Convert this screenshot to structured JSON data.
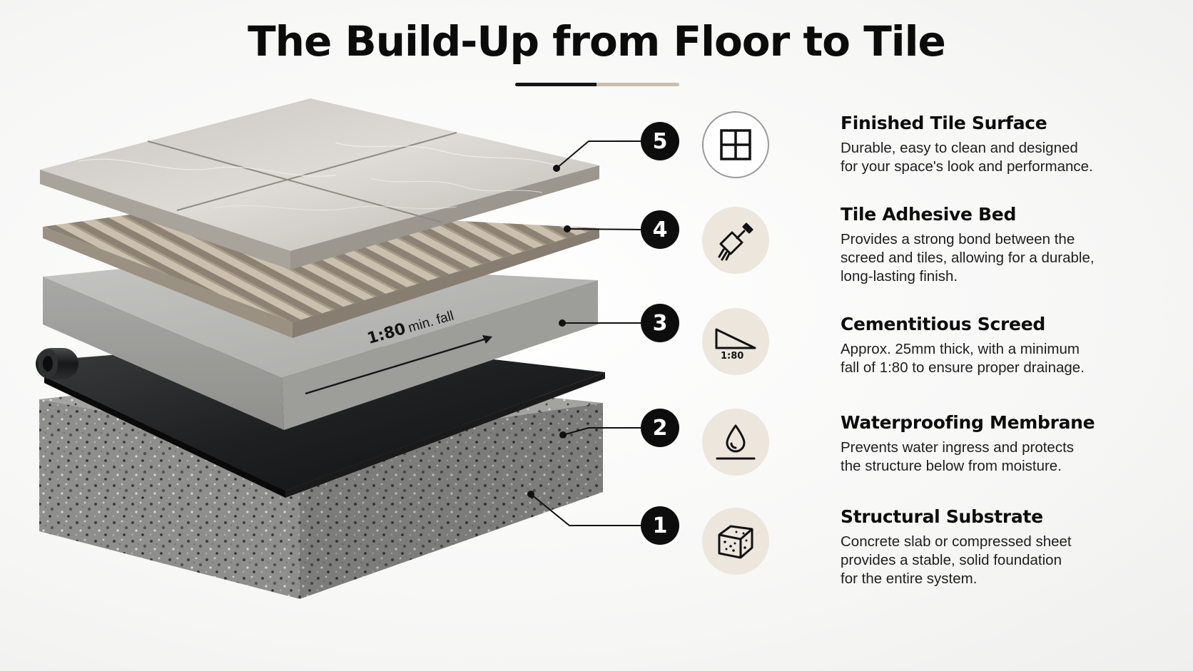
{
  "title": "The Build-Up from Floor to Tile",
  "annotation": {
    "fall_ratio": "1:80",
    "fall_suffix": "min. fall"
  },
  "colors": {
    "badge": "#0d0d0d",
    "icon_bg": "#ece6dd",
    "rule_accent": "#c8bdb0"
  },
  "layers": [
    {
      "number": "5",
      "title": "Finished Tile Surface",
      "description": "Durable, easy to clean and designed\nfor your space's look and performance.",
      "icon": "tile-grid-icon"
    },
    {
      "number": "4",
      "title": "Tile Adhesive Bed",
      "description": "Provides a strong bond between the\nscreed and tiles, allowing for a durable,\nlong-lasting finish.",
      "icon": "notched-trowel-icon"
    },
    {
      "number": "3",
      "title": "Cementitious Screed",
      "description": "Approx. 25mm thick, with a minimum\nfall of 1:80 to ensure proper drainage.",
      "icon": "slope-icon",
      "icon_label": "1:80"
    },
    {
      "number": "2",
      "title": "Waterproofing Membrane",
      "description": "Prevents water ingress and protects\nthe structure below from moisture.",
      "icon": "water-drop-icon"
    },
    {
      "number": "1",
      "title": "Structural Substrate",
      "description": "Concrete slab or compressed sheet\nprovides a stable, solid foundation\nfor the entire system.",
      "icon": "concrete-block-icon"
    }
  ]
}
